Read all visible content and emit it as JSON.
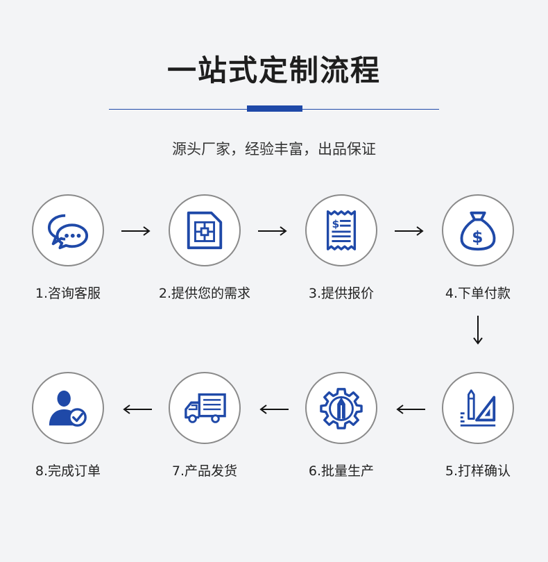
{
  "header": {
    "title": "一站式定制流程",
    "subtitle": "源头厂家，经验丰富，出品保证"
  },
  "colors": {
    "accent": "#1f49a8",
    "circle_border": "#8a8a8a",
    "arrow": "#111111"
  },
  "steps": [
    {
      "label": "1.咨询客服",
      "icon": "chat-bubbles-icon"
    },
    {
      "label": "2.提供您的需求",
      "icon": "sim-card-icon"
    },
    {
      "label": "3.提供报价",
      "icon": "receipt-icon"
    },
    {
      "label": "4.下单付款",
      "icon": "money-bag-icon"
    },
    {
      "label": "5.打样确认",
      "icon": "ruler-pencil-icon"
    },
    {
      "label": "6.批量生产",
      "icon": "gear-pencil-icon"
    },
    {
      "label": "7.产品发货",
      "icon": "delivery-truck-icon"
    },
    {
      "label": "8.完成订单",
      "icon": "user-check-icon"
    }
  ]
}
